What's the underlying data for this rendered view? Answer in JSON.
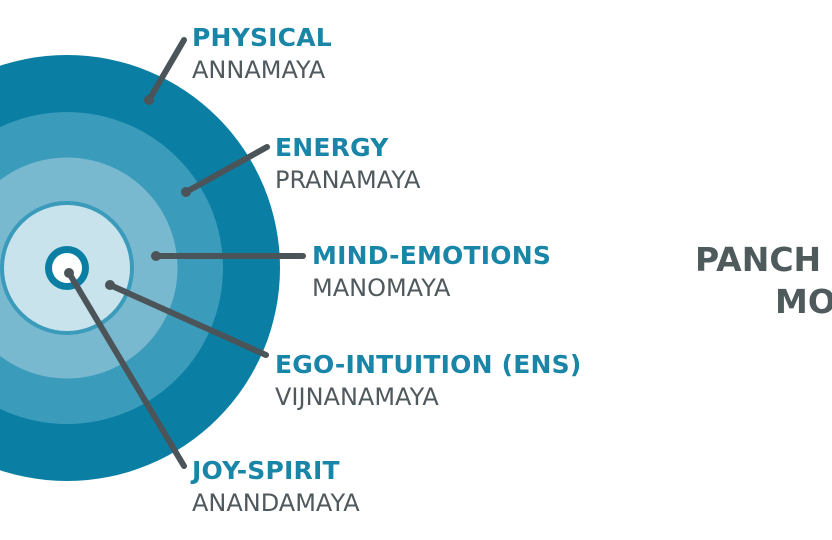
{
  "colors": {
    "layer_outer": "#0a7fa3",
    "layer_2": "#3a9bbb",
    "layer_3": "#79b9d0",
    "layer_4": "#c9e3ec",
    "ring_stroke": "#3a9bbb",
    "leader_line": "#4b5458",
    "label_title": "#1985a7",
    "label_sub": "#50595d",
    "page_title": "#4e5a5c"
  },
  "layers": [
    {
      "title": "PHYSICAL",
      "subtitle": "ANNAMAYA"
    },
    {
      "title": "ENERGY",
      "subtitle": "PRANAMAYA"
    },
    {
      "title": "MIND-EMOTIONS",
      "subtitle": "MANOMAYA"
    },
    {
      "title": "EGO-INTUITION (ENS)",
      "subtitle": "VIJNANAMAYA"
    },
    {
      "title": "JOY-SPIRIT",
      "subtitle": "ANANDAMAYA"
    }
  ],
  "title": {
    "line1": "PANCH",
    "line2": "MO"
  }
}
